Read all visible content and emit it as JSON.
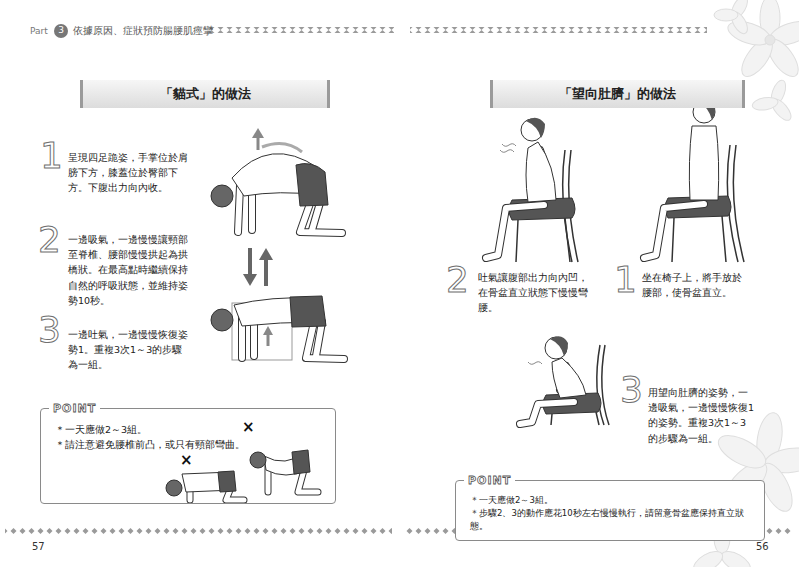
{
  "diagram": {
    "nodes": [
      {
        "text": [
          "3"
        ]
      },
      {
        "text": [
          "「貓式」的做法"
        ]
      },
      {
        "text": [
          "「望向肚臍」的做法"
        ]
      },
      {
        "text": [
          "POINT",
          "＊一天應做2～3組。",
          "＊請注意避免腰椎前凸，或只有頸部彎曲。"
        ]
      },
      {
        "text": [
          "POINT",
          "＊一天應做2～3組。",
          "＊步驟2、3的動作應花10秒左右慢慢執行，請留意骨盆應保持直立狀態。"
        ]
      }
    ],
    "labels": [
      "Part",
      "依據原因、症狀預防腸腰肌痙攣",
      "1",
      "呈現四足跪姿，手掌位於肩膀下方，膝蓋位於臀部下方。下腹出力向內收。",
      "2",
      "一邊吸氣，一邊慢慢讓頸部至脊椎、腰部慢慢拱起為拱橋狀。在最高點時繼續保持自然的呼吸狀態，並維持姿勢10秒。",
      "3",
      "一邊吐氣，一邊慢慢恢復姿勢1。重複3次1～3的步驟為一組。",
      "×",
      "×",
      "57",
      "2",
      "吐氣讓腹部出力向內凹，在骨盆直立狀態下慢慢彎腰。",
      "1",
      "坐在椅子上，將手放於腰部，使骨盆直立。",
      "3",
      "用望向肚臍的姿勢，一邊吸氣，一邊慢慢恢復1的姿勢。重複3次1～3的步驟為一組。",
      "56"
    ]
  }
}
